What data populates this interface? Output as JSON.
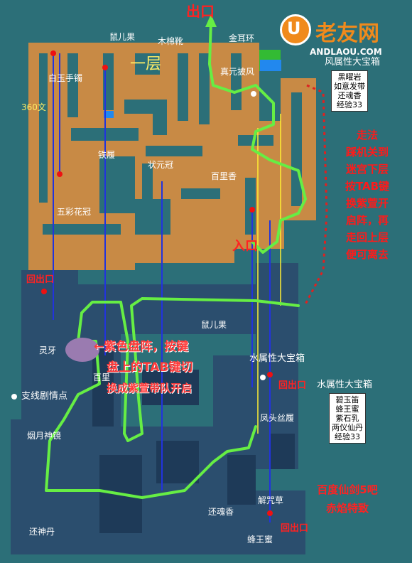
{
  "title": {
    "floor": "一层"
  },
  "exits": {
    "exit_top": "出口",
    "entrance": "入口",
    "return_left": "回出口",
    "return_mid": "回出口",
    "return_bottom": "回出口"
  },
  "logo": {
    "icon_letter": "U",
    "site_name": "老友网",
    "url": "ANDLAOU.COM"
  },
  "items": {
    "shu_er_guo_top": "鼠儿果",
    "mu_mian_xue": "木棉靴",
    "jin_er_huan": "金耳环",
    "bai_yu_shou_zhuo": "白玉手镯",
    "zhen_yuan_pi_feng": "真元披风",
    "san_liu_ling_wen": "360文",
    "tie_lv": "铁履",
    "zhuang_yuan_guan": "状元冠",
    "bai_li_xiang": "百里香",
    "wu_cai_hua_guan": "五彩花冠",
    "shu_er_guo_mid": "鼠儿果",
    "ling_ya": "灵牙",
    "bai_li_partial": "百里",
    "yan_yue_shen_jing": "烟月神镜",
    "feng_tou_si_lv": "凤头丝履",
    "jie_xiong_cao": "解咒草",
    "huan_hun_xiang": "还魂香",
    "huan_shen_dan": "还神丹",
    "feng_wang_mi": "蜂王蜜"
  },
  "side_quest": "支线剧情点",
  "wind_chest": {
    "title": "风属性大宝箱",
    "contents": [
      "黑曜岩",
      "如意发带",
      "还魂香",
      "经验33"
    ]
  },
  "water_chest_map": {
    "title": "水属性大宝箱"
  },
  "water_chest": {
    "title": "水属性大宝箱",
    "contents": [
      "碧玉笛",
      "蜂王蜜",
      "紫石乳",
      "两仪仙丹",
      "经验33"
    ]
  },
  "walkthrough_note": [
    "走法",
    "踩机关到",
    "迷宫下层",
    "按TAB键",
    "换紫萱开",
    "启阵，再",
    "走回上层",
    "便可离去"
  ],
  "tip_text": [
    "←紫色盘阵，按键",
    "盘上的TAB键切",
    "换成紫萱带队开启"
  ],
  "signature": [
    "百度仙剑5吧",
    "赤焰特致"
  ],
  "colors": {
    "water": "#2c6f78",
    "floor_upper": "#c88a45",
    "floor_lower": "#2b4e6e",
    "route": "#66ee44",
    "marker_red": "#ee1111"
  }
}
